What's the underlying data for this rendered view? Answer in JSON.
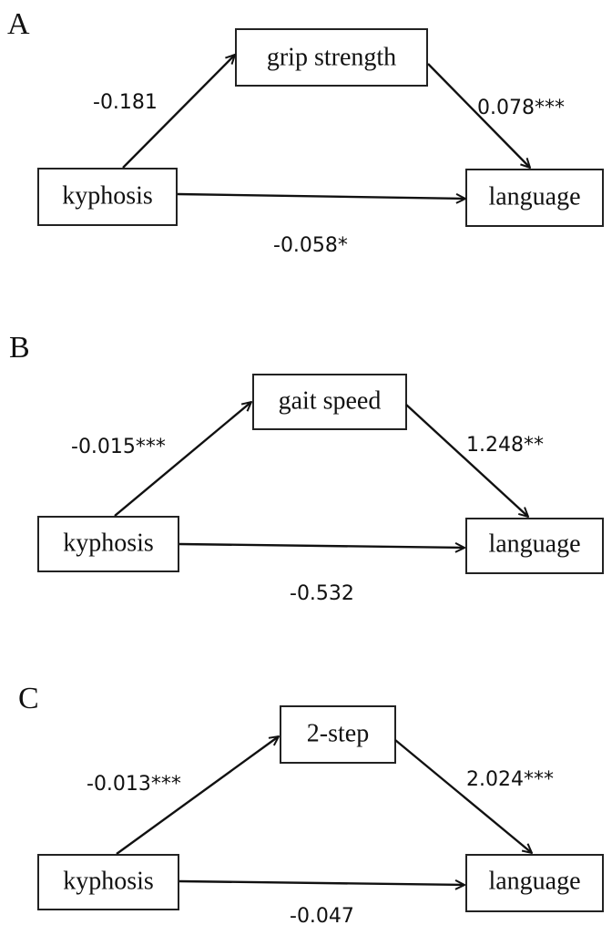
{
  "panels": [
    {
      "letter": "A",
      "mediator": "grip strength",
      "predictor": "kyphosis",
      "outcome": "language",
      "path_a": "-0.181",
      "path_b": "0.078***",
      "path_c": "-0.058*"
    },
    {
      "letter": "B",
      "mediator": "gait speed",
      "predictor": "kyphosis",
      "outcome": "language",
      "path_a": "-0.015***",
      "path_b": "1.248**",
      "path_c": "-0.532"
    },
    {
      "letter": "C",
      "mediator": "2-step",
      "predictor": "kyphosis",
      "outcome": "language",
      "path_a": "-0.013***",
      "path_b": "2.024***",
      "path_c": "-0.047"
    }
  ]
}
